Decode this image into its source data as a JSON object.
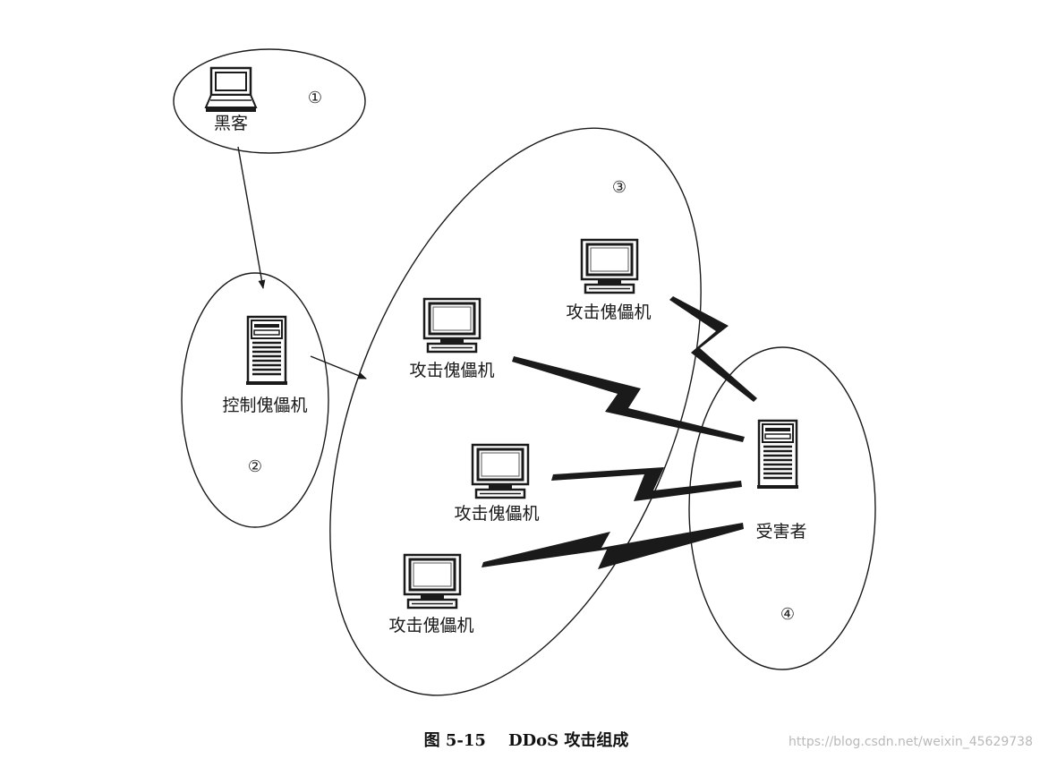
{
  "regions": [
    {
      "id": "1",
      "marker": "①"
    },
    {
      "id": "2",
      "marker": "②"
    },
    {
      "id": "3",
      "marker": "③"
    },
    {
      "id": "4",
      "marker": "④"
    }
  ],
  "nodes": {
    "hacker": "黑客",
    "controller": "控制傀儡机",
    "attacker_1": "攻击傀儡机",
    "attacker_2": "攻击傀儡机",
    "attacker_3": "攻击傀儡机",
    "attacker_4": "攻击傀儡机",
    "victim": "受害者"
  },
  "caption": "图 5-15    DDoS 攻击组成",
  "watermark": "https://blog.csdn.net/weixin_45629738",
  "colors": {
    "line": "#1a1a1a",
    "background": "#ffffff",
    "watermark": "#b9b9b9"
  }
}
